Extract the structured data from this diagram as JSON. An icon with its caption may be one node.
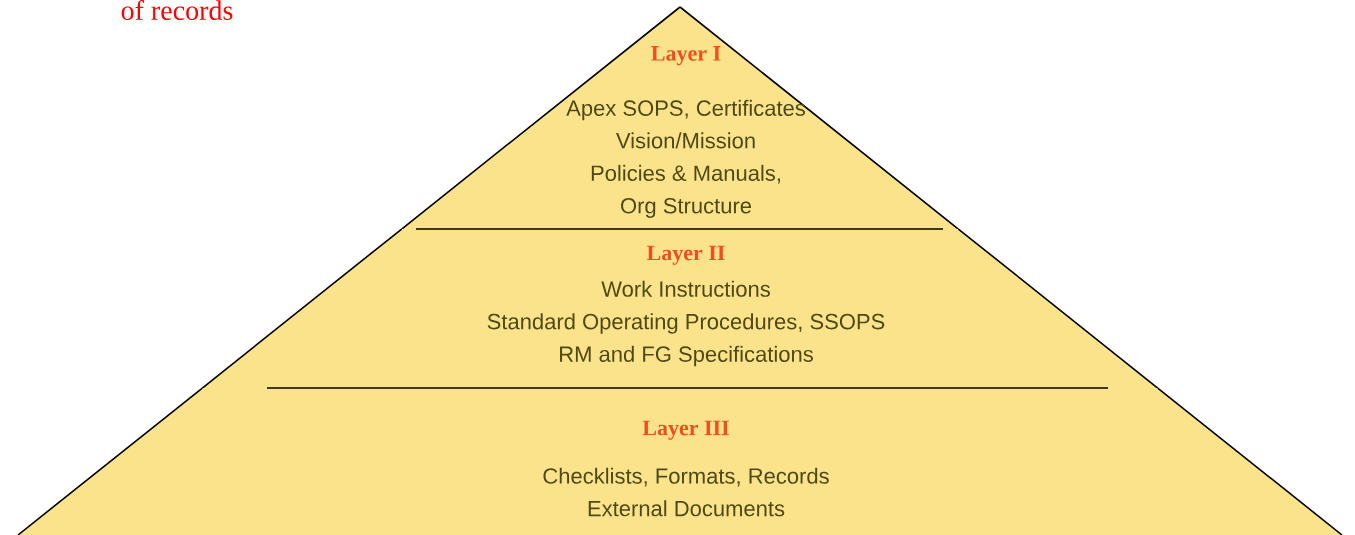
{
  "diagram": {
    "nodes": [
      {
        "text": [
          "Layer I",
          "Apex SOPS, Certificates",
          "Vision/Mission",
          "Policies & Manuals,",
          "Org Structure"
        ]
      },
      {
        "text": [
          "Layer II",
          "Work Instructions",
          "Standard Operating Procedures, SSOPS",
          "RM and FG Specifications"
        ]
      },
      {
        "text": [
          "Layer III",
          "Checklists, Formats, Records",
          "External Documents"
        ]
      }
    ],
    "labels": [
      "of records"
    ]
  }
}
